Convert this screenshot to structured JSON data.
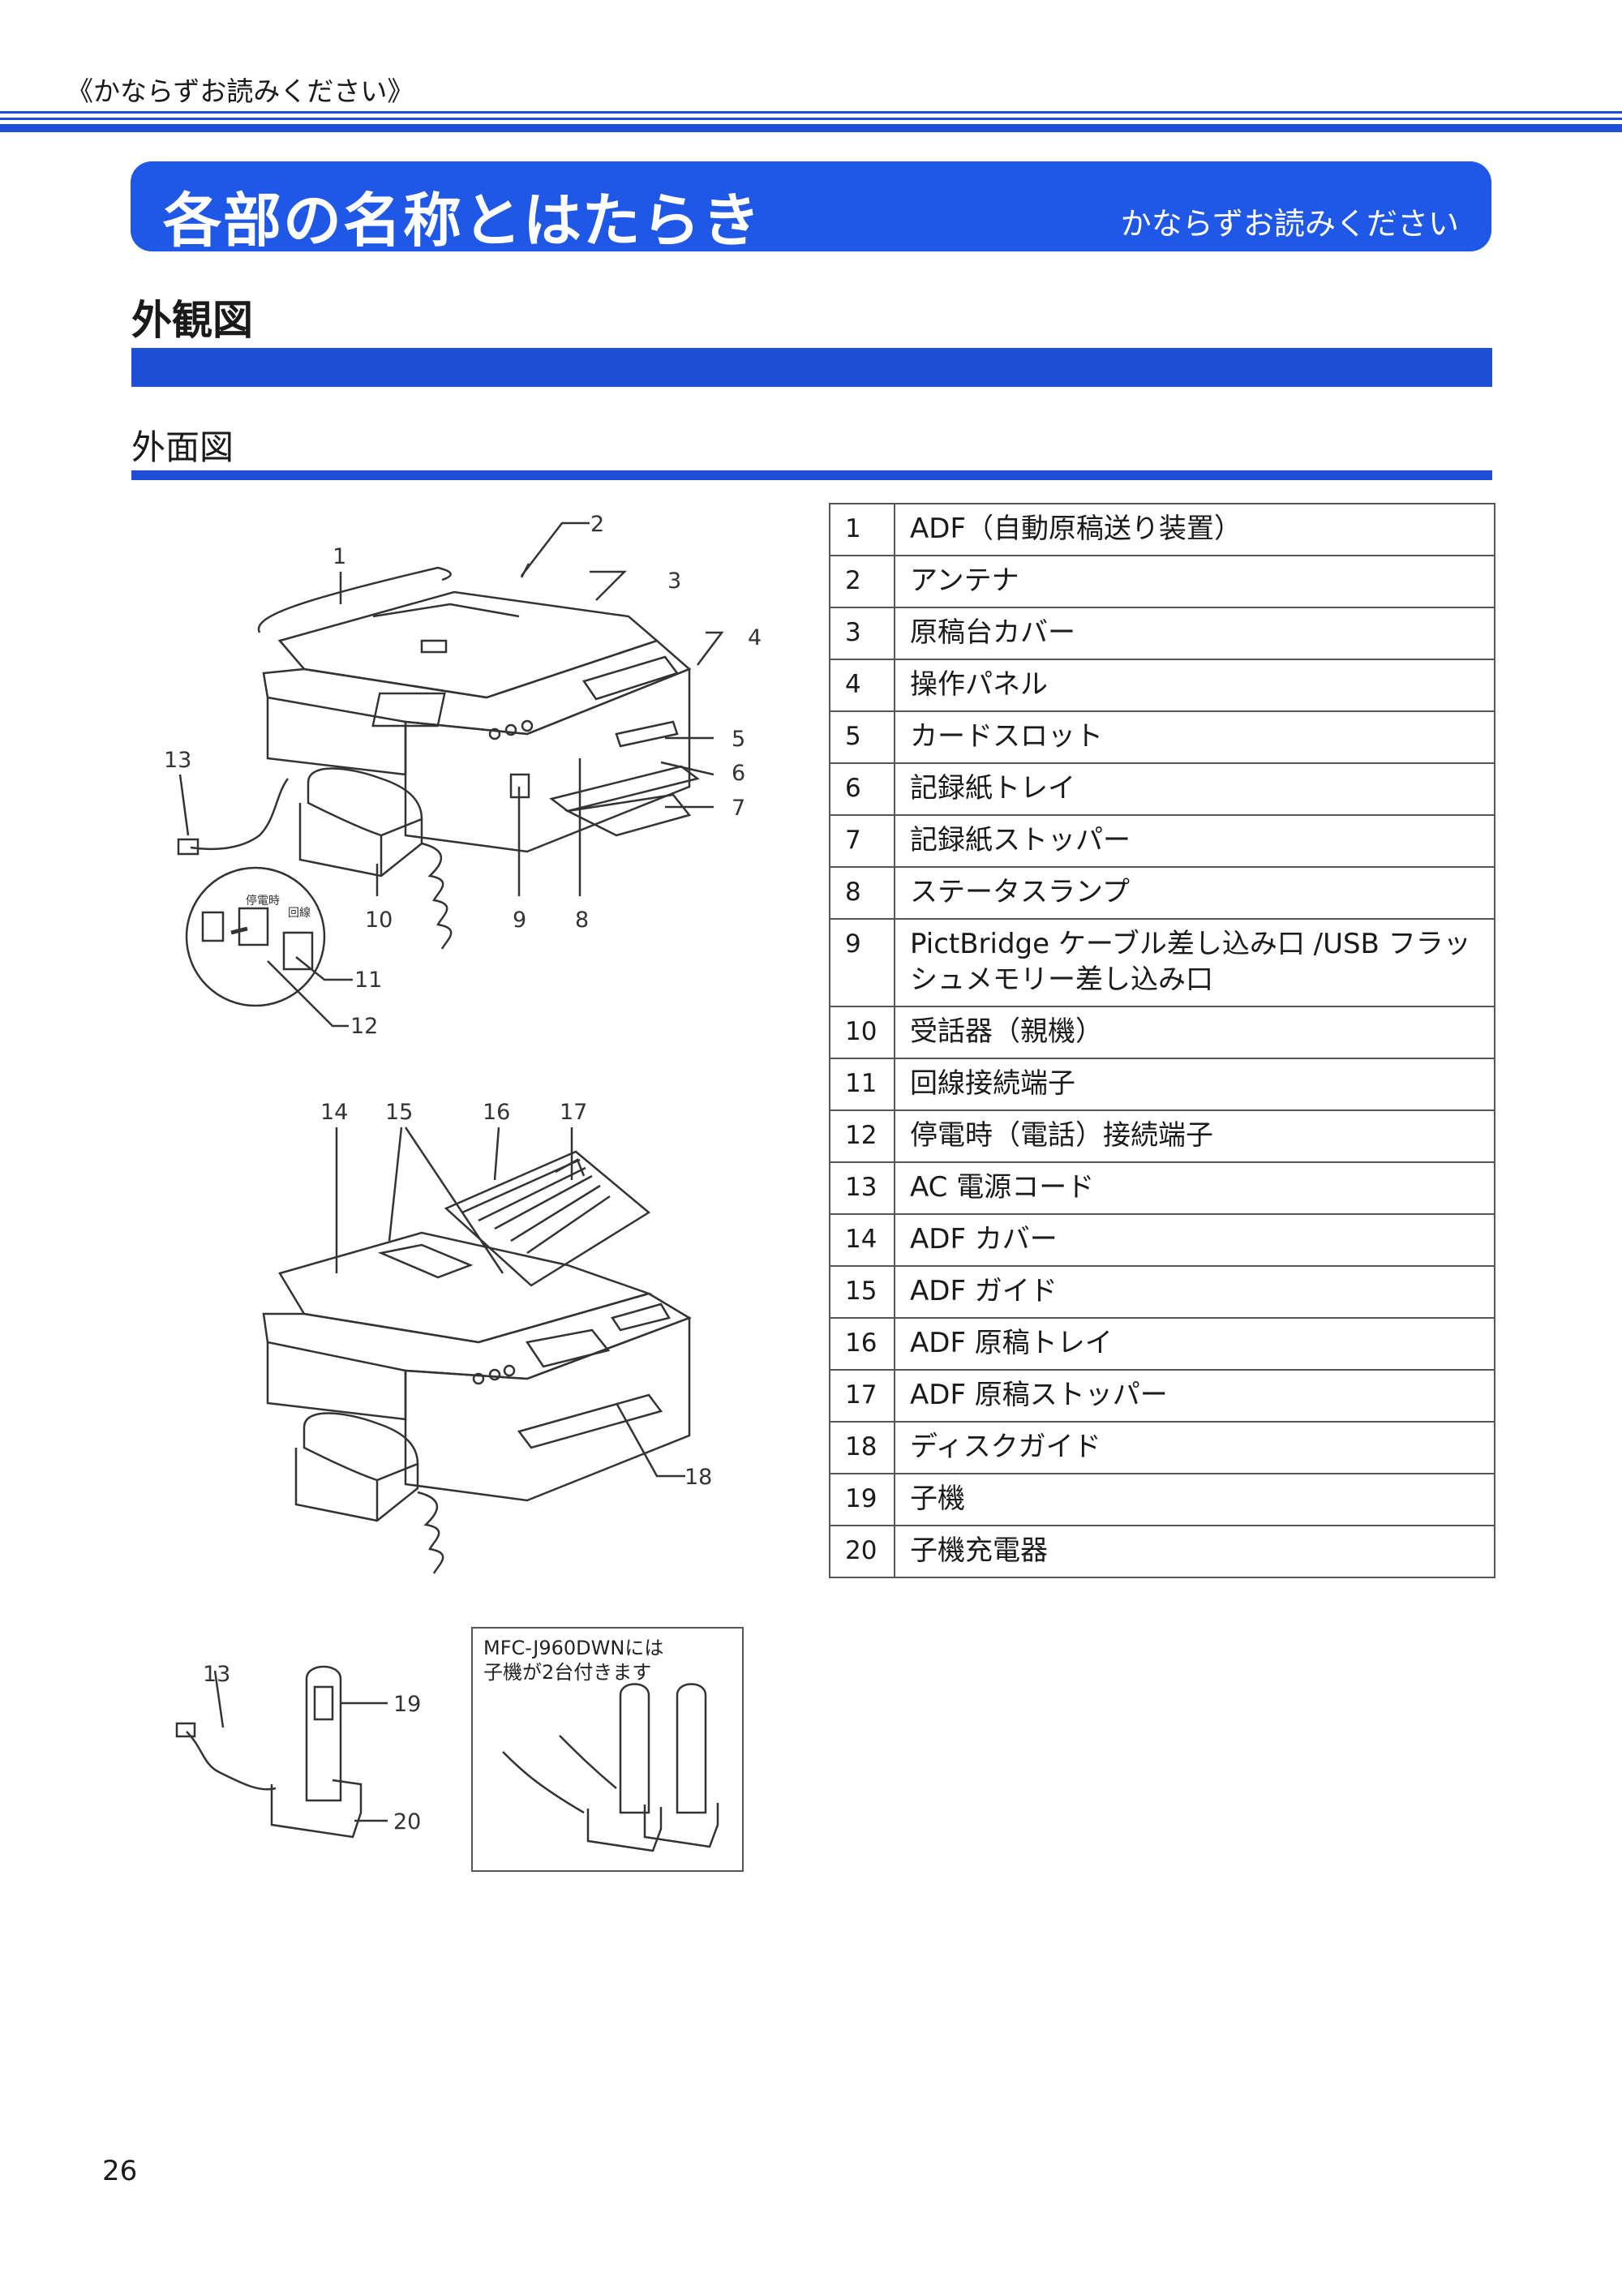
{
  "header": {
    "top_note": "《かならずお読みください》",
    "title": "各部の名称とはたらき",
    "title_note": "かならずお読みください"
  },
  "section": {
    "heading": "外観図",
    "subheading": "外面図"
  },
  "figure": {
    "callouts": [
      "1",
      "2",
      "3",
      "4",
      "5",
      "6",
      "7",
      "8",
      "9",
      "10",
      "11",
      "12",
      "13",
      "14",
      "15",
      "16",
      "17",
      "18",
      "13",
      "19",
      "20"
    ],
    "inset_labels": {
      "left": "停電時",
      "right": "回線"
    },
    "note_box_line1": "MFC-J960DWNには",
    "note_box_line2": "子機が2台付きます"
  },
  "parts": [
    {
      "num": "1",
      "name": "ADF（自動原稿送り装置）"
    },
    {
      "num": "2",
      "name": "アンテナ"
    },
    {
      "num": "3",
      "name": "原稿台カバー"
    },
    {
      "num": "4",
      "name": "操作パネル"
    },
    {
      "num": "5",
      "name": "カードスロット"
    },
    {
      "num": "6",
      "name": "記録紙トレイ"
    },
    {
      "num": "7",
      "name": "記録紙ストッパー"
    },
    {
      "num": "8",
      "name": "ステータスランプ"
    },
    {
      "num": "9",
      "name": "PictBridge ケーブル差し込み口 /USB フラッシュメモリー差し込み口"
    },
    {
      "num": "10",
      "name": "受話器（親機）"
    },
    {
      "num": "11",
      "name": "回線接続端子"
    },
    {
      "num": "12",
      "name": "停電時（電話）接続端子"
    },
    {
      "num": "13",
      "name": "AC 電源コード"
    },
    {
      "num": "14",
      "name": "ADF カバー"
    },
    {
      "num": "15",
      "name": "ADF ガイド"
    },
    {
      "num": "16",
      "name": "ADF 原稿トレイ"
    },
    {
      "num": "17",
      "name": "ADF 原稿ストッパー"
    },
    {
      "num": "18",
      "name": "ディスクガイド"
    },
    {
      "num": "19",
      "name": "子機"
    },
    {
      "num": "20",
      "name": "子機充電器"
    }
  ],
  "page_number": "26",
  "colors": {
    "accent": "#1f4fd6",
    "title_bar": "#1f58e6"
  }
}
